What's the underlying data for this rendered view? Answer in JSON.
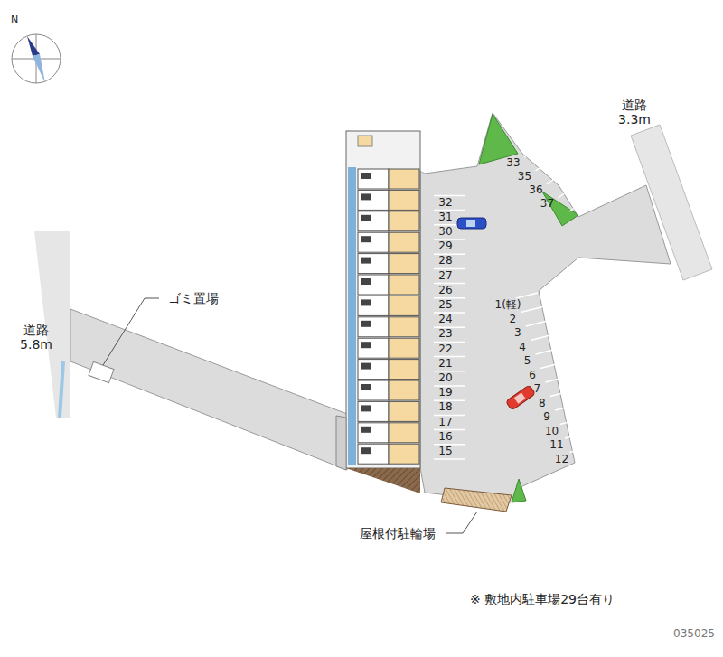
{
  "diagram": {
    "caption": "※ 敷地内駐車場29台有り",
    "labels": [
      "N",
      "道路 3.3m",
      "道路 5.8m",
      "ゴミ置場",
      "屋根付駐輪場",
      "1(軽)",
      "2",
      "3",
      "4",
      "5",
      "6",
      "7",
      "8",
      "9",
      "10",
      "11",
      "12",
      "15",
      "16",
      "17",
      "18",
      "19",
      "20",
      "21",
      "22",
      "23",
      "24",
      "25",
      "26",
      "27",
      "28",
      "29",
      "30",
      "31",
      "32",
      "33",
      "35",
      "36",
      "37",
      "035025"
    ]
  }
}
